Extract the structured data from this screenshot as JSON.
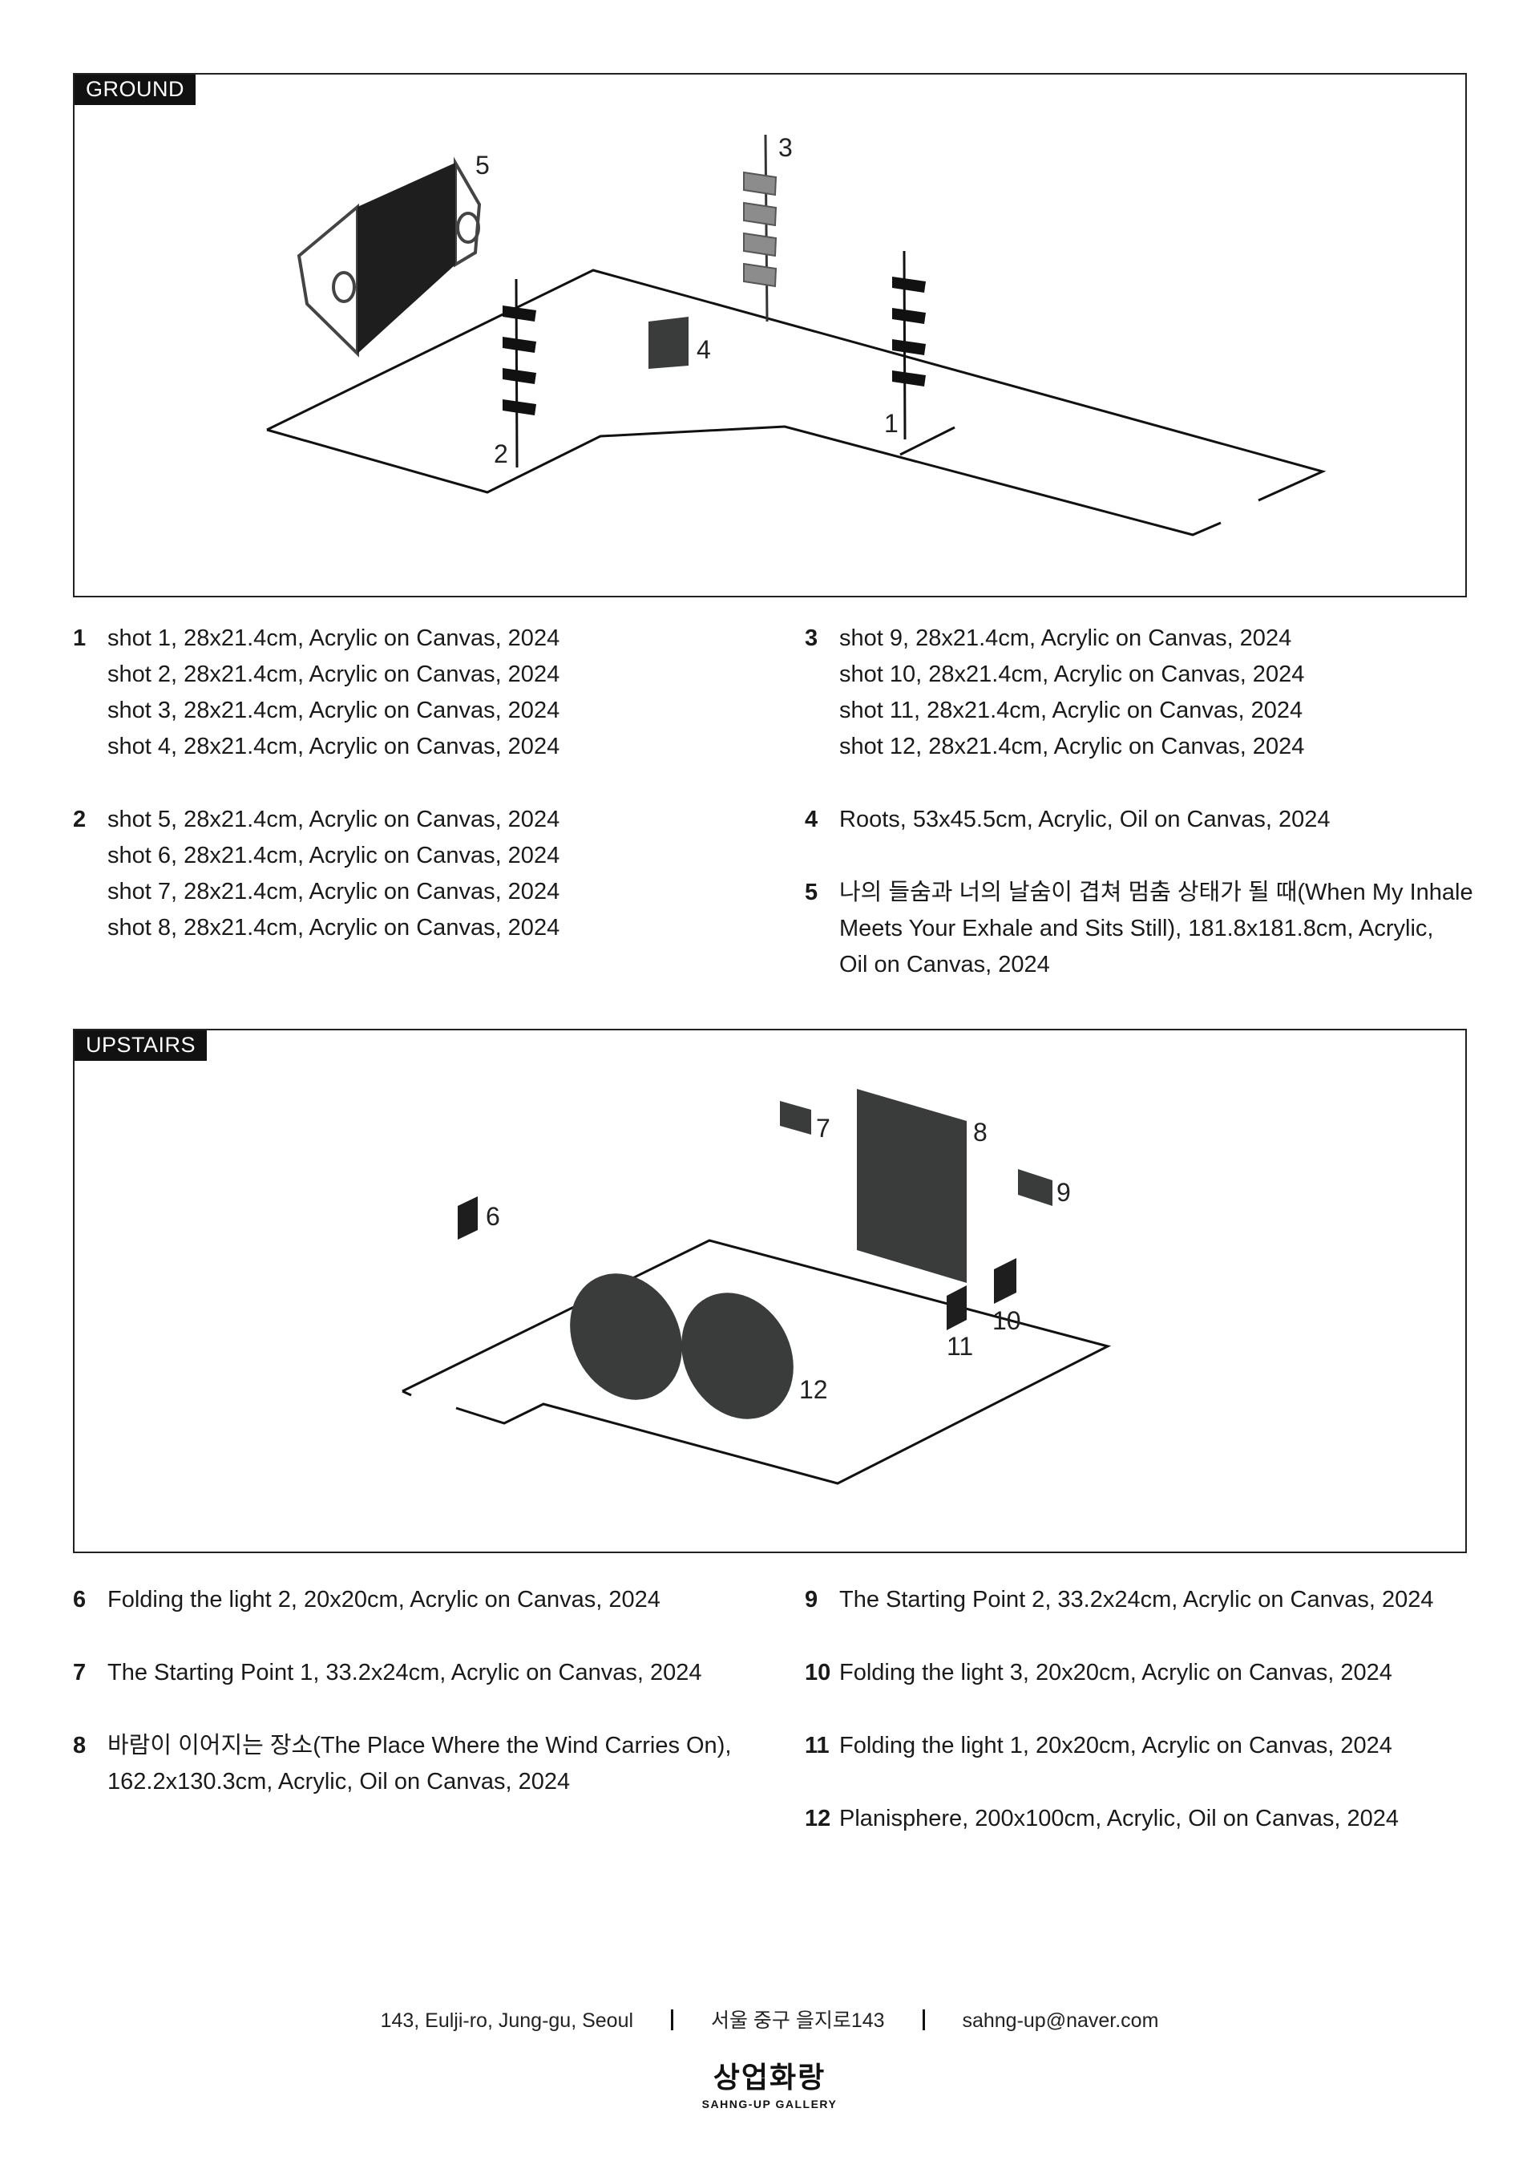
{
  "ground": {
    "tag": "GROUND",
    "markers": [
      "5",
      "3",
      "4",
      "2",
      "1"
    ]
  },
  "upstairs": {
    "tag": "UPSTAIRS",
    "markers": [
      "6",
      "7",
      "8",
      "9",
      "10",
      "11",
      "12"
    ]
  },
  "ground_legend": {
    "left": [
      {
        "num": "1",
        "lines": [
          "shot 1, 28x21.4cm, Acrylic on Canvas, 2024",
          "shot 2, 28x21.4cm, Acrylic on Canvas, 2024",
          "shot 3, 28x21.4cm, Acrylic on Canvas, 2024",
          "shot 4, 28x21.4cm, Acrylic on Canvas, 2024"
        ]
      },
      {
        "num": "2",
        "lines": [
          "shot 5, 28x21.4cm, Acrylic on Canvas, 2024",
          "shot 6, 28x21.4cm, Acrylic on Canvas, 2024",
          "shot 7, 28x21.4cm, Acrylic on Canvas, 2024",
          "shot 8, 28x21.4cm, Acrylic on Canvas, 2024"
        ]
      }
    ],
    "right": [
      {
        "num": "3",
        "lines": [
          "shot 9, 28x21.4cm, Acrylic on Canvas, 2024",
          "shot 10, 28x21.4cm, Acrylic on Canvas, 2024",
          "shot 11, 28x21.4cm, Acrylic on Canvas, 2024",
          "shot 12, 28x21.4cm, Acrylic on Canvas, 2024"
        ]
      },
      {
        "num": "4",
        "lines": [
          "Roots, 53x45.5cm, Acrylic, Oil on Canvas, 2024"
        ]
      },
      {
        "num": "5",
        "lines": [
          "나의 들숨과 너의 날숨이 겹쳐 멈춤 상태가 될 때(When My Inhale",
          "Meets Your Exhale and Sits Still), 181.8x181.8cm, Acrylic,",
          "Oil on Canvas, 2024"
        ]
      }
    ]
  },
  "upstairs_legend": {
    "left": [
      {
        "num": "6",
        "lines": [
          "Folding the light 2, 20x20cm, Acrylic on Canvas, 2024"
        ]
      },
      {
        "num": "7",
        "lines": [
          "The Starting Point 1, 33.2x24cm, Acrylic on Canvas, 2024"
        ]
      },
      {
        "num": "8",
        "lines": [
          "바람이 이어지는 장소(The Place Where the Wind Carries On),",
          "162.2x130.3cm, Acrylic, Oil on Canvas, 2024"
        ]
      }
    ],
    "right": [
      {
        "num": "9",
        "lines": [
          "The Starting Point 2, 33.2x24cm, Acrylic on Canvas, 2024"
        ]
      },
      {
        "num": "10",
        "lines": [
          "Folding the light 3, 20x20cm, Acrylic on Canvas, 2024"
        ]
      },
      {
        "num": "11",
        "lines": [
          "Folding the light 1, 20x20cm, Acrylic on Canvas, 2024"
        ]
      },
      {
        "num": "12",
        "lines": [
          "Planisphere, 200x100cm, Acrylic, Oil on Canvas, 2024"
        ]
      }
    ]
  },
  "footer": {
    "address_en": "143, Eulji-ro, Jung-gu, Seoul",
    "address_ko": "서울 중구 을지로143",
    "email": "sahng-up@naver.com",
    "logo_ko": "상업화랑",
    "logo_en": "SAHNG-UP GALLERY"
  },
  "colors": {
    "ink": "#1a1a1a",
    "dark_work": "#3a3b3b",
    "grey_work": "#8c8c8c",
    "tag_bg": "#111111"
  }
}
